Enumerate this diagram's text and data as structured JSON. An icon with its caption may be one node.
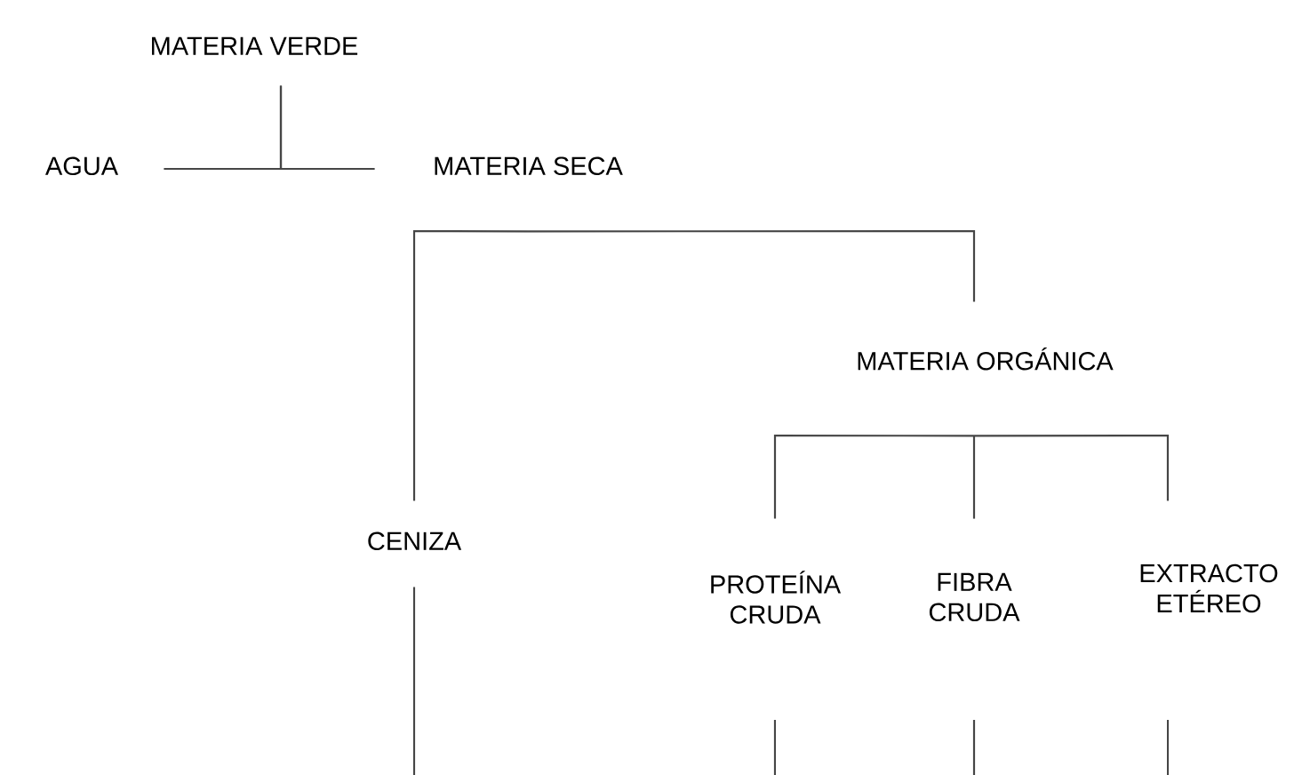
{
  "diagram": {
    "nodes": [
      {
        "text": [
          "MATERIA VERDE"
        ]
      },
      {
        "text": [
          "AGUA"
        ]
      },
      {
        "text": [
          "MATERIA SECA"
        ]
      },
      {
        "text": [
          "MATERIA ORGÁNICA"
        ]
      },
      {
        "text": [
          "CENIZA"
        ]
      },
      {
        "text": [
          "PROTEÍNA CRUDA"
        ]
      },
      {
        "text": [
          "FIBRA CRUDA"
        ]
      },
      {
        "text": [
          "EXTRACTO ETÉREO"
        ]
      }
    ],
    "edges": [
      {
        "from": 0,
        "to": 1,
        "arrow": "none"
      },
      {
        "from": 0,
        "to": 2,
        "arrow": "none"
      },
      {
        "from": 2,
        "to": 4,
        "arrow": "none"
      },
      {
        "from": 2,
        "to": 3,
        "arrow": "none"
      },
      {
        "from": 3,
        "to": 5,
        "arrow": "none"
      },
      {
        "from": 3,
        "to": 6,
        "arrow": "none"
      },
      {
        "from": 3,
        "to": 7,
        "arrow": "none"
      },
      {
        "from": 4,
        "to": null,
        "arrow": "none"
      }
    ]
  }
}
